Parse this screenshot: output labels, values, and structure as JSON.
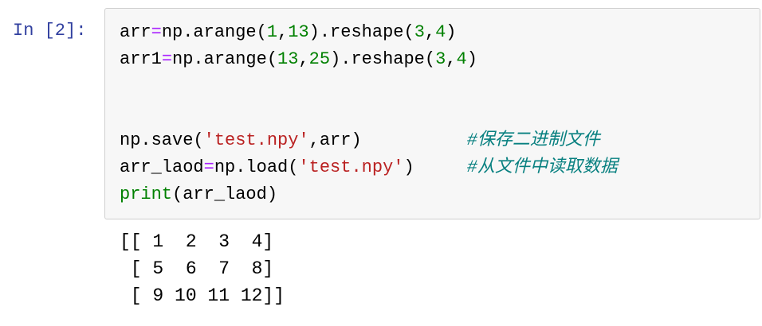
{
  "prompt": {
    "label": "In [2]:"
  },
  "colors": {
    "prompt": "#303F9F",
    "cell_background": "#F7F7F7",
    "cell_border": "#CFCFCF",
    "plain": "#000000",
    "operator": "#AA22FF",
    "number": "#008000",
    "string": "#BA2121",
    "builtin": "#008000",
    "comment": "#088080",
    "output_text": "#000000",
    "page_background": "#FFFFFF"
  },
  "code": {
    "lines": [
      {
        "tokens": [
          {
            "t": "arr",
            "c": "p"
          },
          {
            "t": "=",
            "c": "o"
          },
          {
            "t": "np.arange(",
            "c": "p"
          },
          {
            "t": "1",
            "c": "n"
          },
          {
            "t": ",",
            "c": "p"
          },
          {
            "t": "13",
            "c": "n"
          },
          {
            "t": ").reshape(",
            "c": "p"
          },
          {
            "t": "3",
            "c": "n"
          },
          {
            "t": ",",
            "c": "p"
          },
          {
            "t": "4",
            "c": "n"
          },
          {
            "t": ")",
            "c": "p"
          }
        ]
      },
      {
        "tokens": [
          {
            "t": "arr1",
            "c": "p"
          },
          {
            "t": "=",
            "c": "o"
          },
          {
            "t": "np.arange(",
            "c": "p"
          },
          {
            "t": "13",
            "c": "n"
          },
          {
            "t": ",",
            "c": "p"
          },
          {
            "t": "25",
            "c": "n"
          },
          {
            "t": ").reshape(",
            "c": "p"
          },
          {
            "t": "3",
            "c": "n"
          },
          {
            "t": ",",
            "c": "p"
          },
          {
            "t": "4",
            "c": "n"
          },
          {
            "t": ")",
            "c": "p"
          }
        ]
      },
      {
        "tokens": []
      },
      {
        "tokens": []
      },
      {
        "tokens": [
          {
            "t": "np.save(",
            "c": "p"
          },
          {
            "t": "'test.npy'",
            "c": "s"
          },
          {
            "t": ",arr)",
            "c": "p"
          },
          {
            "t": "          ",
            "c": "w"
          },
          {
            "t": "#保存二进制文件",
            "c": "c"
          }
        ]
      },
      {
        "tokens": [
          {
            "t": "arr_laod",
            "c": "p"
          },
          {
            "t": "=",
            "c": "o"
          },
          {
            "t": "np.load(",
            "c": "p"
          },
          {
            "t": "'test.npy'",
            "c": "s"
          },
          {
            "t": ")",
            "c": "p"
          },
          {
            "t": "     ",
            "c": "w"
          },
          {
            "t": "#从文件中读取数据",
            "c": "c"
          }
        ]
      },
      {
        "tokens": [
          {
            "t": "print",
            "c": "b"
          },
          {
            "t": "(arr_laod)",
            "c": "p"
          }
        ]
      }
    ]
  },
  "output": {
    "lines": [
      "[[ 1  2  3  4]",
      " [ 5  6  7  8]",
      " [ 9 10 11 12]]"
    ]
  }
}
